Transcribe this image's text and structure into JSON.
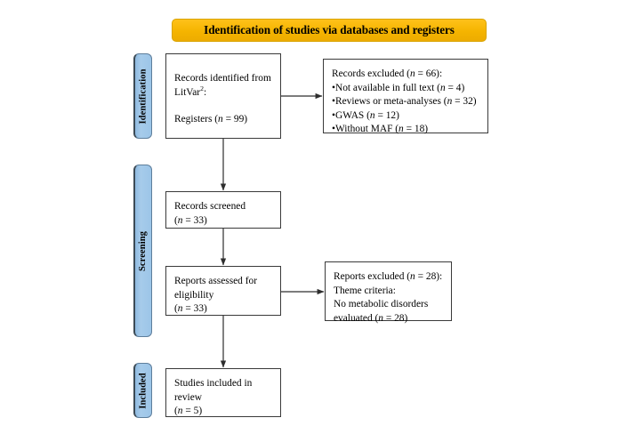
{
  "banner": {
    "title": "Identification of studies via databases and registers",
    "color": "#F5B400"
  },
  "stages": [
    {
      "id": "identification",
      "label": "Identification",
      "color": "#9CC5E8"
    },
    {
      "id": "screening",
      "label": "Screening",
      "color": "#9CC5E8"
    },
    {
      "id": "included",
      "label": "Included",
      "color": "#9CC5E8"
    }
  ],
  "boxes": {
    "identified": {
      "line1": "Records identified from",
      "line2_prefix": "LitVar",
      "line2_sup": "2",
      "line2_suffix": ":",
      "line3_prefix": "Registers (",
      "line3_italic": "n",
      "line3_suffix": " = 99)"
    },
    "excluded_1": {
      "header_prefix": "Records excluded (",
      "header_italic": "n",
      "header_suffix": " = 66):",
      "items": [
        {
          "prefix": "•Not available in full text (",
          "italic": "n",
          "suffix": " = 4)"
        },
        {
          "prefix": "•Reviews or meta-analyses (",
          "italic": "n",
          "suffix": " = 32)"
        },
        {
          "prefix": "•GWAS (",
          "italic": "n",
          "suffix": " = 12)"
        },
        {
          "prefix": "•Without MAF (",
          "italic": "n",
          "suffix": " = 18)"
        }
      ]
    },
    "screened": {
      "line1": "Records screened",
      "line2_prefix": "(",
      "line2_italic": "n",
      "line2_suffix": " = 33)"
    },
    "eligibility": {
      "line1": "Reports assessed for",
      "line2": "eligibility",
      "line3_prefix": "(",
      "line3_italic": "n",
      "line3_suffix": " = 33)"
    },
    "excluded_2": {
      "line1_prefix": "Reports excluded (",
      "line1_italic": "n",
      "line1_suffix": " = 28):",
      "line2": "Theme criteria:",
      "line3": "No metabolic disorders",
      "line4_prefix": "evaluated (",
      "line4_italic": "n",
      "line4_suffix": " = 28)"
    },
    "included": {
      "line1": "Studies included in",
      "line2": "review",
      "line3_prefix": "(",
      "line3_italic": "n",
      "line3_suffix": " = 5)"
    }
  },
  "connectors": [
    {
      "name": "identified-to-excluded-1",
      "type": "horizontal-arrow"
    },
    {
      "name": "identified-to-screened",
      "type": "vertical-arrow"
    },
    {
      "name": "screened-to-eligibility",
      "type": "vertical-arrow"
    },
    {
      "name": "eligibility-to-excluded-2",
      "type": "horizontal-arrow"
    },
    {
      "name": "eligibility-to-included",
      "type": "vertical-arrow"
    }
  ]
}
